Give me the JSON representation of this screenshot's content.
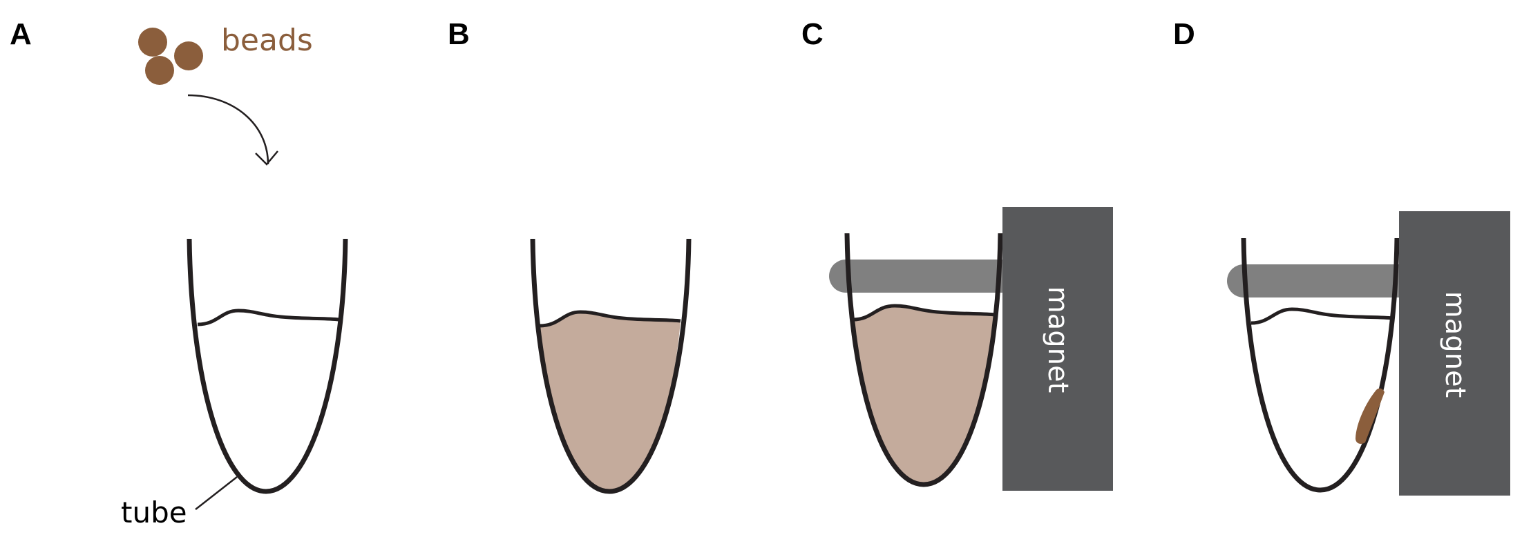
{
  "panels": {
    "a": {
      "label": "A"
    },
    "b": {
      "label": "B"
    },
    "c": {
      "label": "C"
    },
    "d": {
      "label": "D"
    }
  },
  "labels": {
    "beads": "beads",
    "tube": "tube",
    "magnet_c": "magnet",
    "magnet_d": "magnet"
  },
  "colors": {
    "bead": "#8b5e3c",
    "beads_text": "#8b5e3c",
    "liquid": "#c4ab9c",
    "tube_outline": "#231f20",
    "magnet": "#58595b",
    "holder_bar": "#808080"
  }
}
